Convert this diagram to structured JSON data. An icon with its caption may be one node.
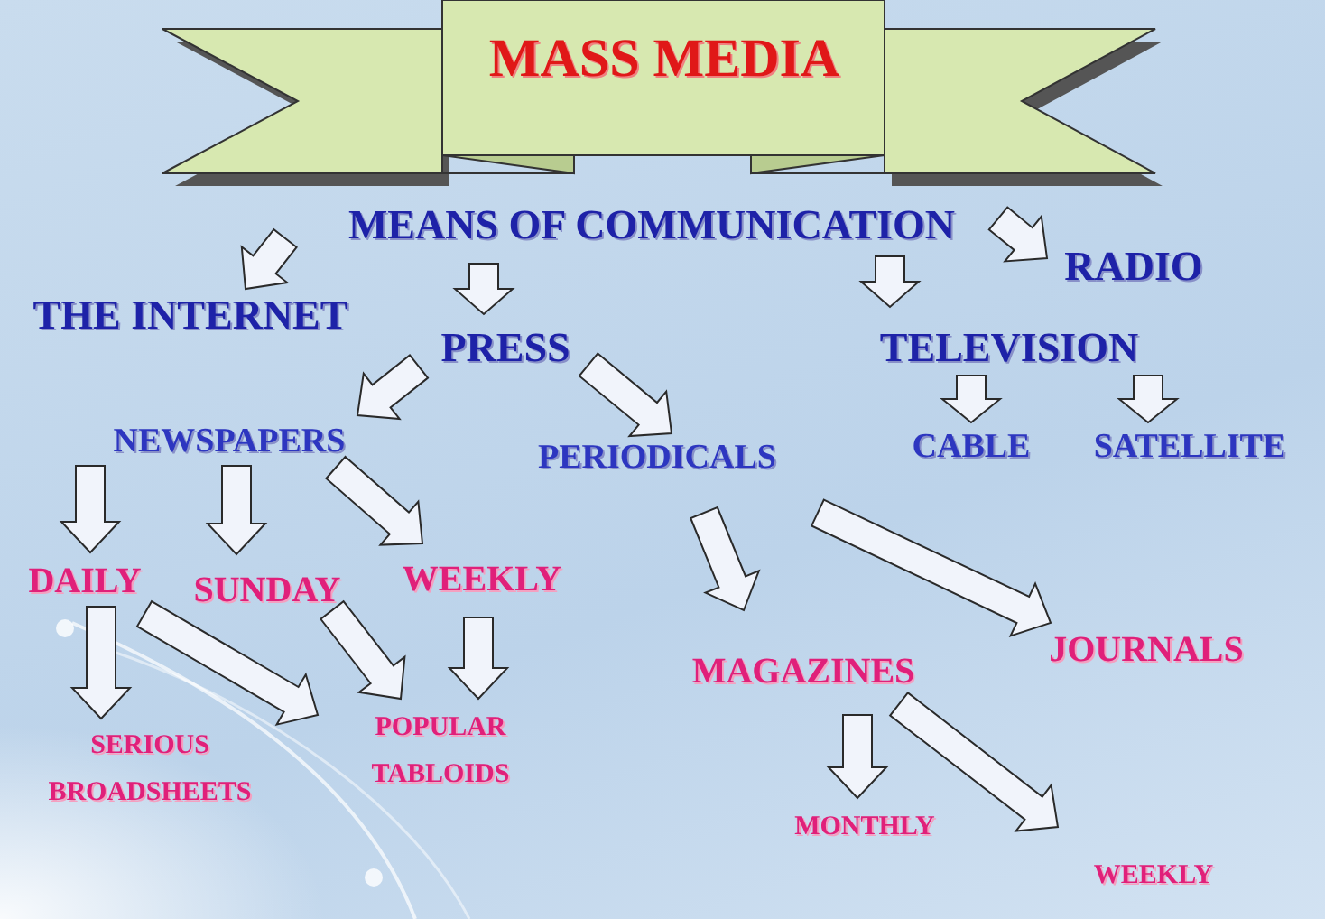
{
  "diagram": {
    "title": "MASS MEDIA",
    "nodes": [
      {
        "text": [
          "MEANS OF COMMUNICATION"
        ]
      },
      {
        "text": [
          "THE INTERNET"
        ]
      },
      {
        "text": [
          "PRESS"
        ]
      },
      {
        "text": [
          "RADIO"
        ]
      },
      {
        "text": [
          "TELEVISION"
        ]
      },
      {
        "text": [
          "NEWSPAPERS"
        ]
      },
      {
        "text": [
          "PERIODICALS"
        ]
      },
      {
        "text": [
          "CABLE"
        ]
      },
      {
        "text": [
          "SATELLITE"
        ]
      },
      {
        "text": [
          "DAILY"
        ]
      },
      {
        "text": [
          "SUNDAY"
        ]
      },
      {
        "text": [
          "WEEKLY"
        ]
      },
      {
        "text": [
          "MAGAZINES"
        ]
      },
      {
        "text": [
          "JOURNALS"
        ]
      },
      {
        "text": [
          "SERIOUS BROADSHEETS"
        ]
      },
      {
        "text": [
          "POPULAR TABLOIDS"
        ]
      },
      {
        "text": [
          "MONTHLY"
        ]
      },
      {
        "text": [
          "WEEKLY"
        ]
      }
    ],
    "edges": [
      {
        "from": 0,
        "to": 1,
        "arrow": "to"
      },
      {
        "from": 0,
        "to": 2,
        "arrow": "to"
      },
      {
        "from": 0,
        "to": 4,
        "arrow": "to"
      },
      {
        "from": 0,
        "to": 3,
        "arrow": "to"
      },
      {
        "from": 2,
        "to": 5,
        "arrow": "to"
      },
      {
        "from": 2,
        "to": 6,
        "arrow": "to"
      },
      {
        "from": 4,
        "to": 7,
        "arrow": "to"
      },
      {
        "from": 4,
        "to": 8,
        "arrow": "to"
      },
      {
        "from": 5,
        "to": 9,
        "arrow": "to"
      },
      {
        "from": 5,
        "to": 10,
        "arrow": "to"
      },
      {
        "from": 5,
        "to": 11,
        "arrow": "to"
      },
      {
        "from": 6,
        "to": 12,
        "arrow": "to"
      },
      {
        "from": 6,
        "to": 13,
        "arrow": "to"
      },
      {
        "from": 9,
        "to": 14,
        "arrow": "to"
      },
      {
        "from": 9,
        "to": 15,
        "arrow": "to"
      },
      {
        "from": 10,
        "to": 15,
        "arrow": "to"
      },
      {
        "from": 11,
        "to": 15,
        "arrow": "to"
      },
      {
        "from": 12,
        "to": 16,
        "arrow": "to"
      },
      {
        "from": 12,
        "to": 17,
        "arrow": "to"
      }
    ]
  }
}
